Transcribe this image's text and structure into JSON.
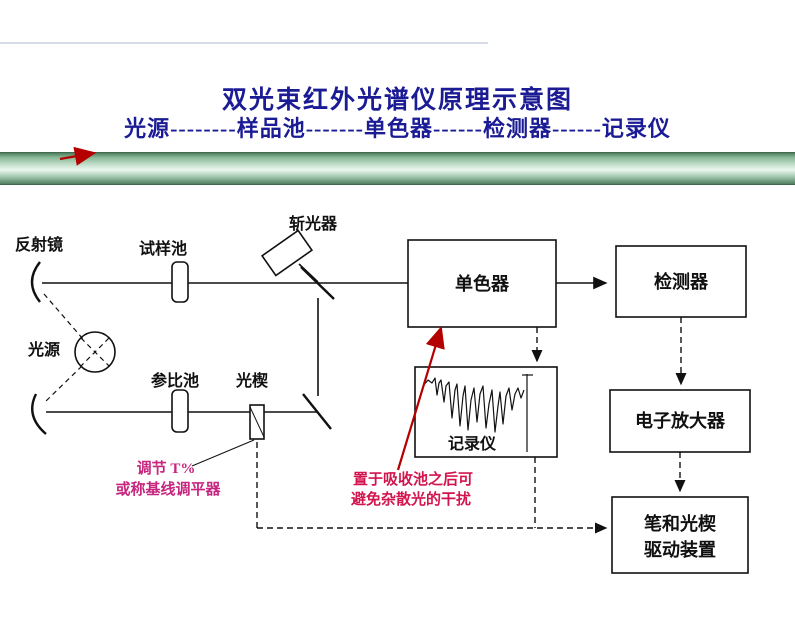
{
  "page": {
    "title": "双光束红外光谱仪原理示意图",
    "flow_line": "光源--------样品池-------单色器------检测器------记录仪"
  },
  "diagram": {
    "chopper": "斩光器",
    "mirror": "反射镜",
    "sample_cell": "试样池",
    "source": "光源",
    "reference_cell": "参比池",
    "wedge": "光楔",
    "monochromator": "单色器",
    "detector": "检测器",
    "amplifier": "电子放大器",
    "recorder": "记录仪",
    "pen_drive_line1": "笔和光楔",
    "pen_drive_line2": "驱动装置"
  },
  "annotations": {
    "wedge_note_line1": "调节 T%",
    "wedge_note_line2": "或称基线调平器",
    "mono_note_line1": "置于吸收池之后可",
    "mono_note_line2": "避免杂散光的干扰"
  },
  "colors": {
    "heading": "#1b1b96",
    "wedge_note": "#c6267e",
    "mono_note": "#d2154e",
    "pointer_arrow": "#b40000",
    "diagram_line": "#111111",
    "bar_light": "#eaf6ee",
    "bar_mid": "#86b795",
    "bar_dark": "#4f7d5e"
  }
}
